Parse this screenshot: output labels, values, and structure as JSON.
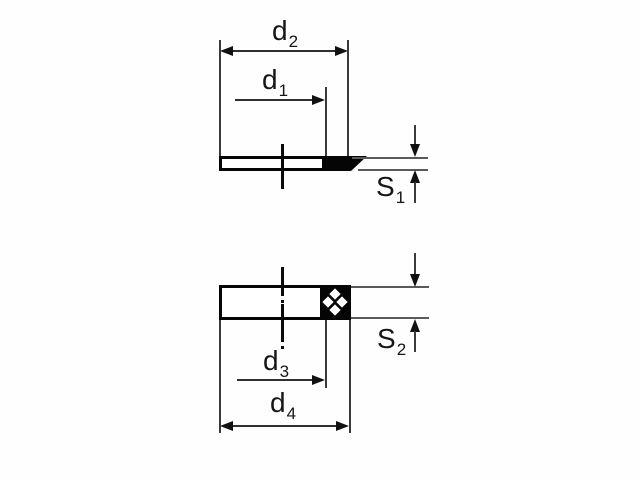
{
  "colors": {
    "background": "#fefefe",
    "line": "#000000"
  },
  "labels": {
    "d1": {
      "base": "d",
      "sub": "1"
    },
    "d2": {
      "base": "d",
      "sub": "2"
    },
    "d3": {
      "base": "d",
      "sub": "3"
    },
    "d4": {
      "base": "d",
      "sub": "4"
    },
    "s1": {
      "base": "S",
      "sub": "1"
    },
    "s2": {
      "base": "S",
      "sub": "2"
    }
  }
}
